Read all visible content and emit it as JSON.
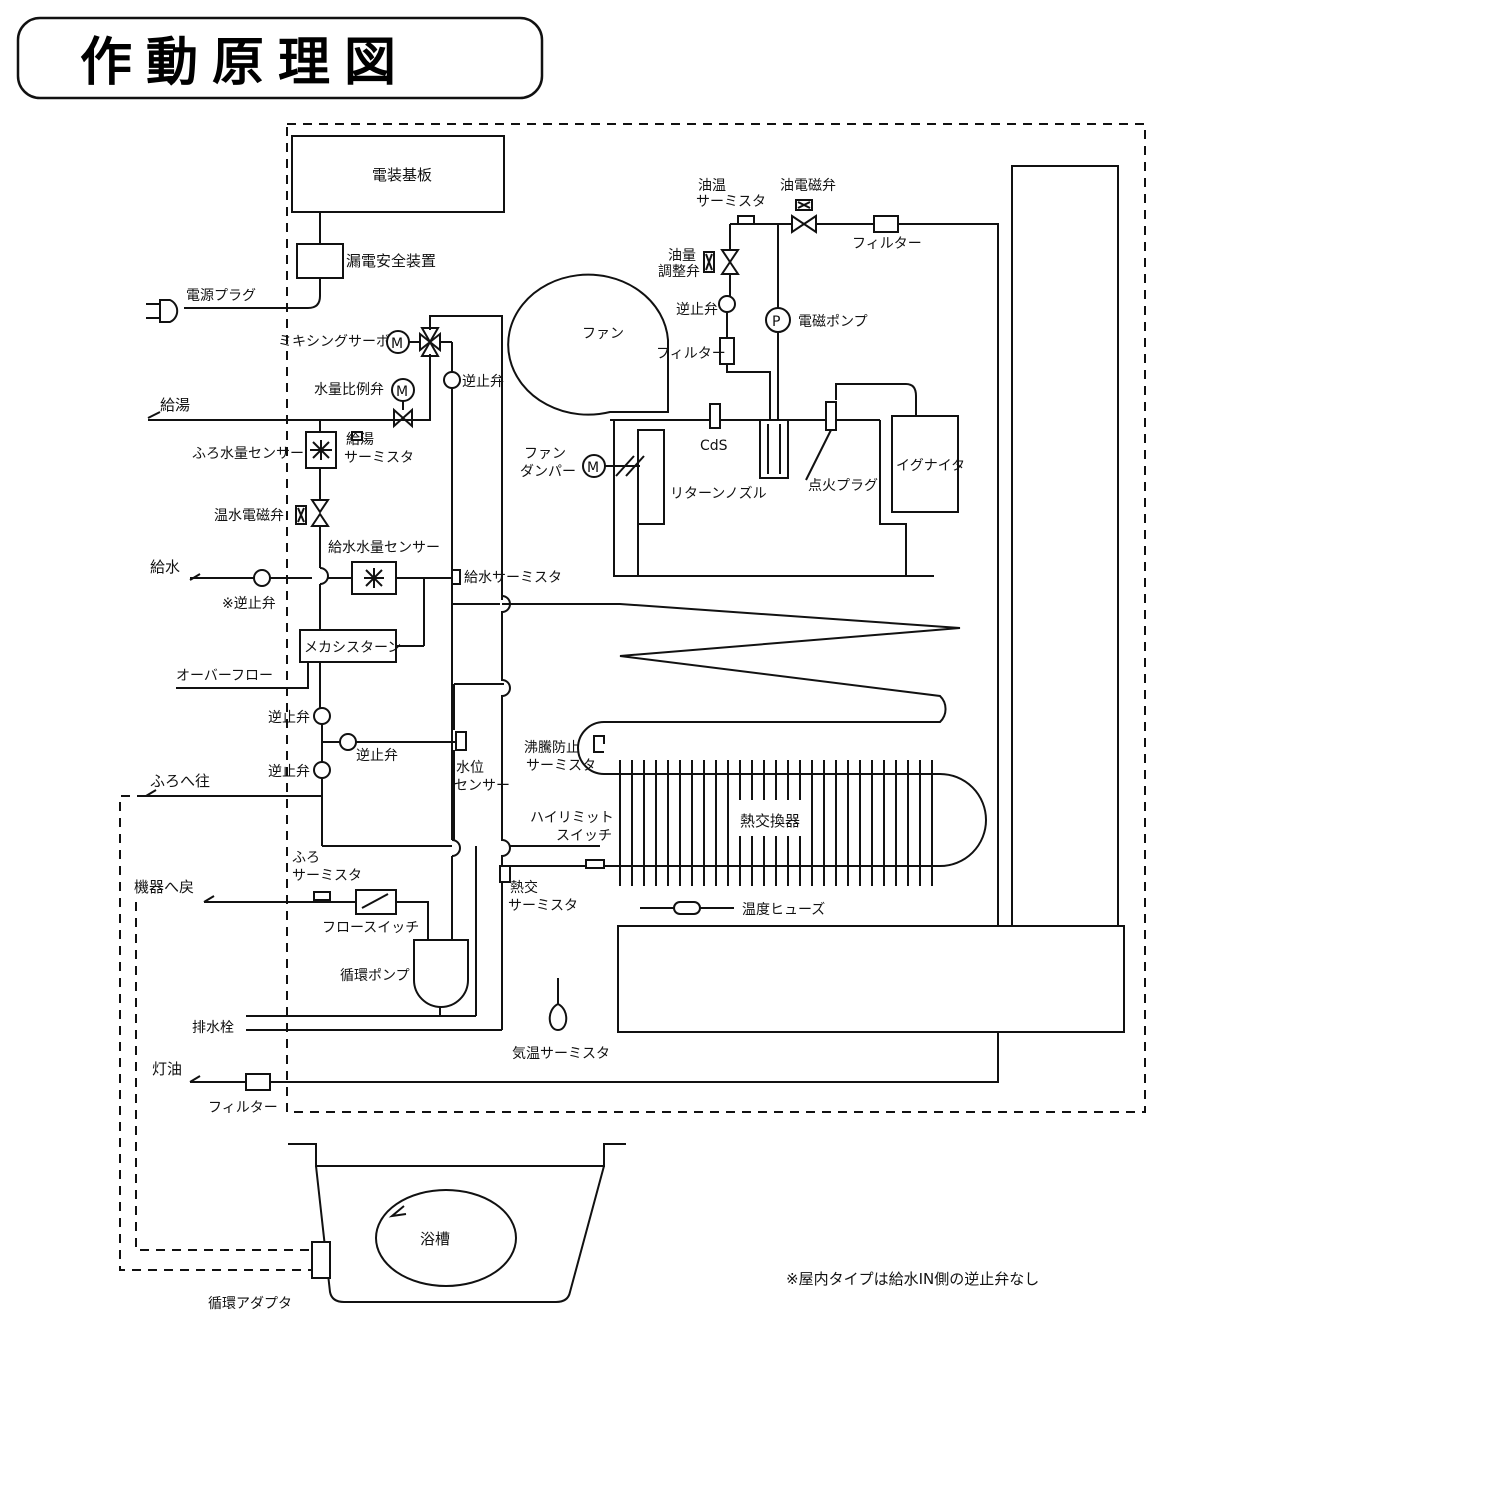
{
  "title": "作動原理図",
  "note": "※屋内タイプは給水IN側の逆止弁なし",
  "labels": {
    "board": "電装基板",
    "leak_breaker": "漏電安全装置",
    "power_plug": "電源プラグ",
    "mixing_servo": "ミキシングサーボ",
    "water_prop_valve": "水量比例弁",
    "hot_supply": "給湯",
    "bath_flow_sensor": "ふろ水量センサー",
    "hot_thermistor_1": "給湯",
    "hot_thermistor_2": "サーミスタ",
    "hot_solenoid": "温水電磁弁",
    "supply_flow_sensor": "給水水量センサー",
    "water_in": "給水",
    "check_valve_note": "※逆止弁",
    "supply_thermistor": "給水サーミスタ",
    "mechanical_cistern": "メカシスターン",
    "overflow": "オーバーフロー",
    "check_valve_a": "逆止弁",
    "check_valve_b": "逆止弁",
    "check_valve_c": "逆止弁",
    "check_valve_top": "逆止弁",
    "to_bath": "ふろへ往",
    "level_sensor_1": "水位",
    "level_sensor_2": "センサー",
    "bath_thermistor_1": "ふろ",
    "bath_thermistor_2": "サーミスタ",
    "return_to_unit": "機器へ戻",
    "flow_switch": "フロースイッチ",
    "circ_pump": "循環ポンプ",
    "drain_plug": "排水栓",
    "kerosene": "灯油",
    "filter_bottom": "フィルター",
    "oil_thermistor_1": "油温",
    "oil_thermistor_2": "サーミスタ",
    "oil_solenoid": "油電磁弁",
    "filter_top": "フィルター",
    "oil_adjust_1": "油量",
    "oil_adjust_2": "調整弁",
    "check_valve_oil": "逆止弁",
    "fan": "ファン",
    "em_pump": "電磁ポンプ",
    "filter_mid": "フィルター",
    "fan_damper_1": "ファン",
    "fan_damper_2": "ダンパー",
    "cds": "CdS",
    "return_nozzle": "リターンノズル",
    "ignition_plug": "点火プラグ",
    "igniter": "イグナイタ",
    "boil_thermistor_1": "沸騰防止",
    "boil_thermistor_2": "サーミスタ",
    "hi_limit_1": "ハイリミット",
    "hi_limit_2": "スイッチ",
    "heat_exchanger": "熱交換器",
    "hx_thermistor_1": "熱交",
    "hx_thermistor_2": "サーミスタ",
    "temp_fuse": "温度ヒューズ",
    "air_thermistor": "気温サーミスタ",
    "bathtub": "浴槽",
    "circ_adapter": "循環アダプタ",
    "motor_glyph": "M",
    "pump_glyph": "P"
  }
}
